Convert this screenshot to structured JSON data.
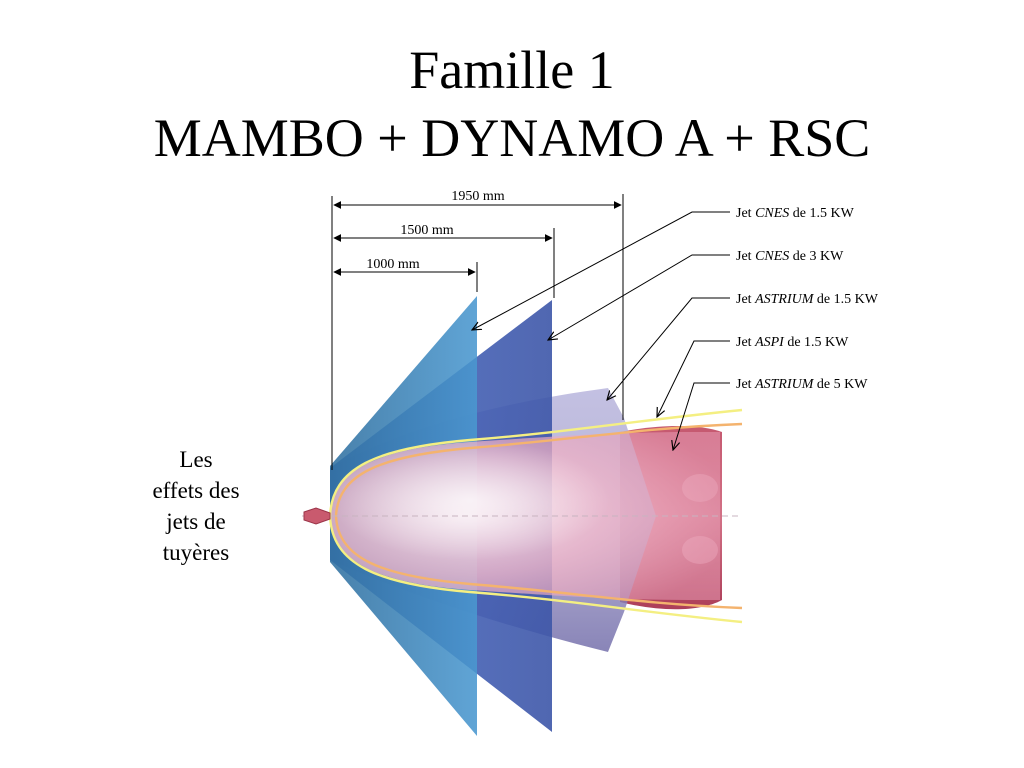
{
  "title_line1": "Famille 1",
  "title_line2": "MAMBO + DYNAMO A + RSC",
  "side_text": [
    "Les",
    "effets des",
    "jets de",
    "tuyères"
  ],
  "dimensions": [
    "1950 mm",
    "1500 mm",
    "1000 mm"
  ],
  "jets": [
    {
      "prefix": "Jet ",
      "name": "CNES",
      "suffix": " de 1.5 KW"
    },
    {
      "prefix": "Jet ",
      "name": "CNES",
      "suffix": " de 3 KW"
    },
    {
      "prefix": "Jet ",
      "name": "ASTRIUM",
      "suffix": " de 1.5 KW"
    },
    {
      "prefix": "Jet ",
      "name": "ASPI",
      "suffix": " de 1.5 KW"
    },
    {
      "prefix": "Jet ",
      "name": "ASTRIUM",
      "suffix": " de 5 KW"
    }
  ],
  "colors": {
    "cone_cnes_1_5": "#3f87bf",
    "cone_cnes_3": "#3d5bb0",
    "cone_astrium_1_5": "#8a86b8",
    "cone_astrium_5": "#c0405e",
    "plume_pink": "#f0b6c8",
    "line_yellow": "#f2ef7a",
    "line_orange": "#f3b36b"
  }
}
